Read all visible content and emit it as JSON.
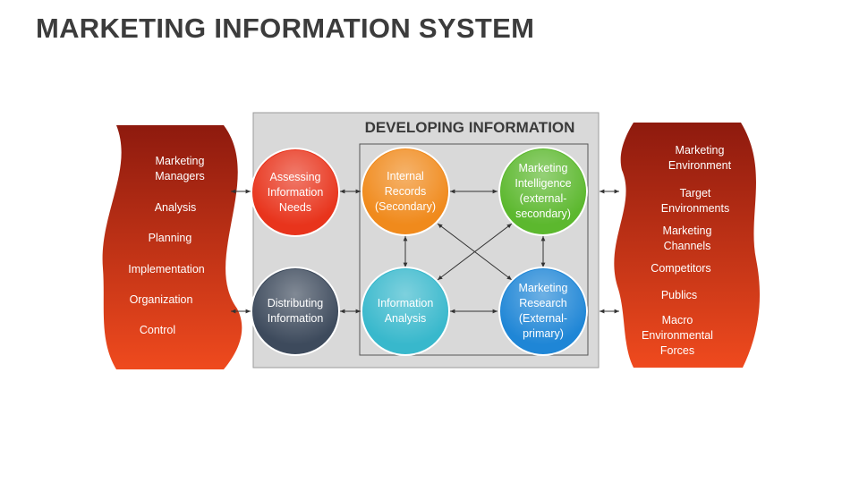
{
  "title": "MARKETING INFORMATION SYSTEM",
  "developing": {
    "title": "DEVELOPING INFORMATION"
  },
  "circles": {
    "assessing": {
      "label": "Assessing\nInformation\nNeeds",
      "color": "#e8341c"
    },
    "distributing": {
      "label": "Distributing\nInformation",
      "color": "#3d4a5c"
    },
    "internal_records": {
      "label": "Internal\nRecords\n(Secondary)",
      "color": "#f08a1c"
    },
    "marketing_intelligence": {
      "label": "Marketing\nIntelligence\n(external-\nsecondary)",
      "color": "#5cb82e"
    },
    "information_analysis": {
      "label": "Information\nAnalysis",
      "color": "#38b8cc"
    },
    "marketing_research": {
      "label": "Marketing\nResearch\n(External-\nprimary)",
      "color": "#1f86d6"
    }
  },
  "left_banner": {
    "items": [
      "Marketing\nManagers",
      "Analysis",
      "Planning",
      "Implementation",
      "Organization",
      "Control"
    ]
  },
  "right_banner": {
    "items": [
      "Marketing\nEnvironment",
      "Target\nEnvironments",
      "Marketing\nChannels",
      "Competitors",
      "Publics",
      "Macro\nEnvironmental\nForces"
    ]
  }
}
